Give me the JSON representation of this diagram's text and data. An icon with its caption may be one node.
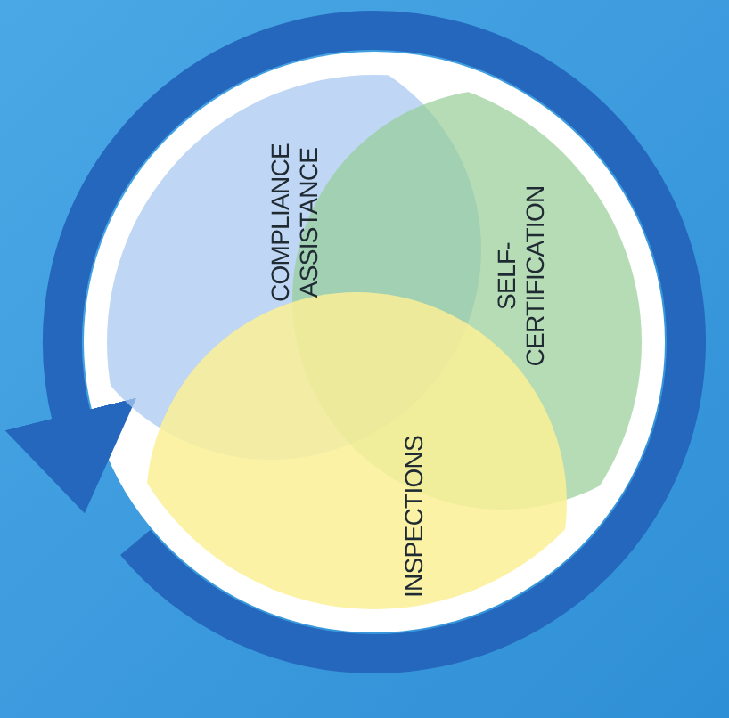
{
  "diagram": {
    "nodes": [
      {
        "text": [
          "COMPLIANCE ASSISTANCE"
        ]
      },
      {
        "text": [
          "SELF-CERTIFICATION"
        ]
      },
      {
        "text": [
          "INSPECTIONS"
        ]
      }
    ]
  }
}
